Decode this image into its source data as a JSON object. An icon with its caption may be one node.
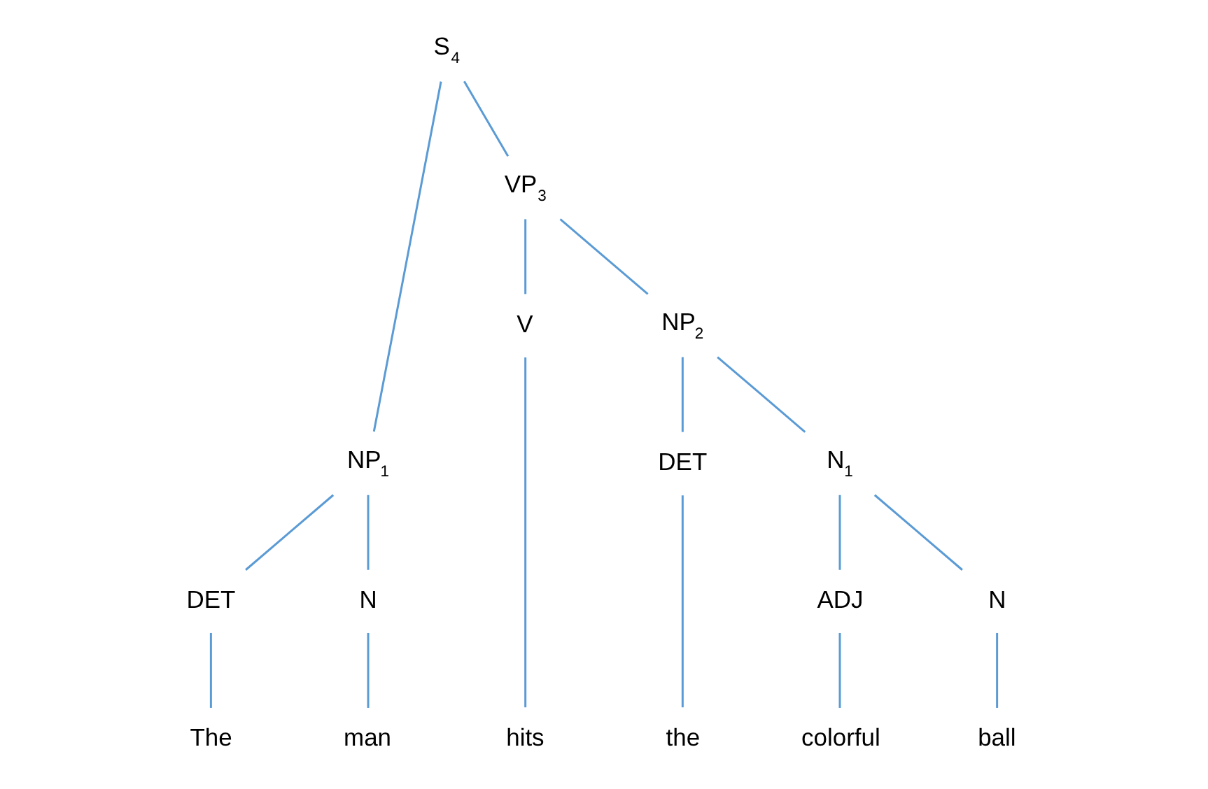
{
  "diagram": {
    "nodes": [
      {
        "text": [
          "S$_{4}$"
        ]
      },
      {
        "text": [
          "NP$_{1}$"
        ]
      },
      {
        "text": [
          "VP$_{3}$"
        ]
      },
      {
        "text": [
          "DET"
        ]
      },
      {
        "text": [
          "N"
        ]
      },
      {
        "text": [
          "V"
        ]
      },
      {
        "text": [
          "NP$_{2}$"
        ]
      },
      {
        "text": [
          "DET"
        ]
      },
      {
        "text": [
          "N$_{1}$"
        ]
      },
      {
        "text": [
          "ADJ"
        ]
      },
      {
        "text": [
          "N"
        ]
      },
      {
        "text": [
          "The"
        ]
      },
      {
        "text": [
          "man"
        ]
      },
      {
        "text": [
          "hits"
        ]
      },
      {
        "text": [
          "the"
        ]
      },
      {
        "text": [
          "colorful"
        ]
      },
      {
        "text": [
          "ball"
        ]
      }
    ],
    "edges": [
      {
        "from": 0,
        "to": 1,
        "arrow": "none"
      },
      {
        "from": 0,
        "to": 2,
        "arrow": "none"
      },
      {
        "from": 1,
        "to": 3,
        "arrow": "none"
      },
      {
        "from": 1,
        "to": 4,
        "arrow": "none"
      },
      {
        "from": 2,
        "to": 5,
        "arrow": "none"
      },
      {
        "from": 2,
        "to": 6,
        "arrow": "none"
      },
      {
        "from": 6,
        "to": 7,
        "arrow": "none"
      },
      {
        "from": 6,
        "to": 8,
        "arrow": "none"
      },
      {
        "from": 8,
        "to": 9,
        "arrow": "none"
      },
      {
        "from": 8,
        "to": 10,
        "arrow": "none"
      },
      {
        "from": 3,
        "to": 11,
        "arrow": "none"
      },
      {
        "from": 4,
        "to": 12,
        "arrow": "none"
      },
      {
        "from": 5,
        "to": 13,
        "arrow": "none"
      },
      {
        "from": 7,
        "to": 14,
        "arrow": "none"
      },
      {
        "from": 9,
        "to": 15,
        "arrow": "none"
      },
      {
        "from": 10,
        "to": 16,
        "arrow": "none"
      }
    ]
  }
}
